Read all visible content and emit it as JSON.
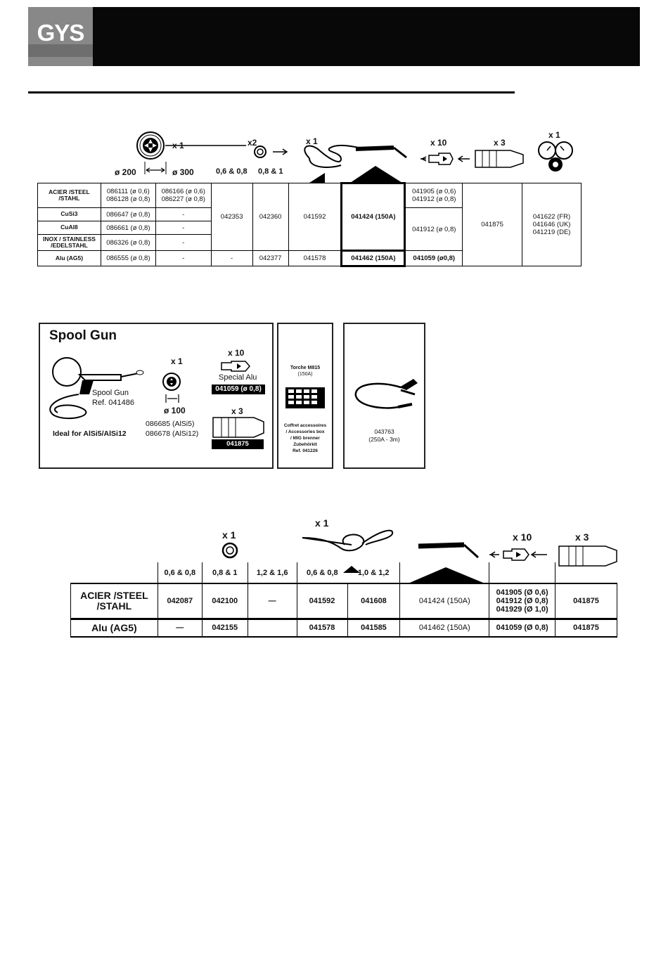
{
  "header": {
    "logo": "GYS"
  },
  "table1": {
    "qty": {
      "reel": "x 1",
      "roller": "x2",
      "torch": "x 1",
      "tip": "x 10",
      "nozzle": "x 3",
      "gauge": "x 1"
    },
    "col_headers": [
      "ø 200",
      "ø 300",
      "0,6 & 0,8",
      "0,8 & 1"
    ],
    "rows": [
      {
        "label": "ACIER /STEEL /STAHL",
        "d200": [
          "086111 (ø 0,6)",
          "086128 (ø 0,8)"
        ],
        "d300": [
          "086166 (ø 0,6)",
          "086227 (ø 0,8)"
        ],
        "tips": [
          "041905 (ø 0,6)",
          "041912 (ø 0,8)"
        ]
      },
      {
        "label": "CuSi3",
        "d200": [
          "086647 (ø 0,8)"
        ],
        "d300": [
          "-"
        ]
      },
      {
        "label": "CuAl8",
        "d200": [
          "086661 (ø 0,8)"
        ],
        "d300": [
          "-"
        ]
      },
      {
        "label": "INOX / STAINLESS /EDELSTAHL",
        "d200": [
          "086326 (ø 0,8)"
        ],
        "d300": [
          "-"
        ]
      },
      {
        "label": "Alu (AG5)",
        "d200": [
          "086555 (ø 0,8)"
        ],
        "d300": [
          "-"
        ],
        "roll1": "-",
        "roll2": "042377",
        "liner": "041578",
        "torch": "041462 (150A)",
        "tips": [
          "041059 (ø0,8)"
        ]
      }
    ],
    "merged": {
      "roll1": "042353",
      "roll2": "042360",
      "liner": "041592",
      "torch": "041424 (150A)",
      "tips_mid": "041912 (ø 0,8)",
      "nozzle": "041875",
      "gauge": [
        "041622 (FR)",
        "041646 (UK)",
        "041219 (DE)"
      ]
    }
  },
  "spool_panel": {
    "title": "Spool Gun",
    "gun_label": "Spool Gun",
    "gun_ref": "Ref. 041486",
    "ideal": "Ideal for AlSi5/AlSi12",
    "reel_qty": "x 1",
    "reel_diam": "ø 100",
    "reels": [
      "086685 (AlSi5)",
      "086678 (AlSi12)"
    ],
    "tip_qty": "x 10",
    "tip_label": "Special Alu",
    "tip_ref": "041059 (ø 0,8)",
    "nozzle_qty": "x 3",
    "nozzle_ref": "041875"
  },
  "box_panel": {
    "title_lines": [
      "Torche M815",
      "(150A)"
    ],
    "text_lines": [
      "Coffret accessoires",
      "/ Accessories box",
      "/ MIG brenner",
      "Zubehörkit",
      "Ref. 041226"
    ]
  },
  "clamp_panel": {
    "ref": "043763",
    "spec": "(250A - 3m)"
  },
  "table2": {
    "qty": {
      "roller": "x 1",
      "torch": "x 1",
      "tip": "x 10",
      "nozzle": "x 3"
    },
    "col_headers": [
      "0,6 & 0,8",
      "0,8 & 1",
      "1,2 & 1,6",
      "0,6 & 0,8",
      "1,0 & 1,2"
    ],
    "rows": [
      {
        "label": "ACIER /STEEL /STAHL",
        "cells": [
          "042087",
          "042100",
          "—",
          "041592",
          "041608",
          "041424 (150A)"
        ],
        "tips": [
          "041905 (Ø 0,6)",
          "041912 (Ø 0,8)",
          "041929 (Ø 1,0)"
        ],
        "nozzle": "041875"
      },
      {
        "label": "Alu (AG5)",
        "cells": [
          "—",
          "042155",
          "",
          "041578",
          "041585",
          "041462 (150A)"
        ],
        "tips": [
          "041059 (Ø 0,8)"
        ],
        "nozzle": "041875"
      }
    ]
  }
}
